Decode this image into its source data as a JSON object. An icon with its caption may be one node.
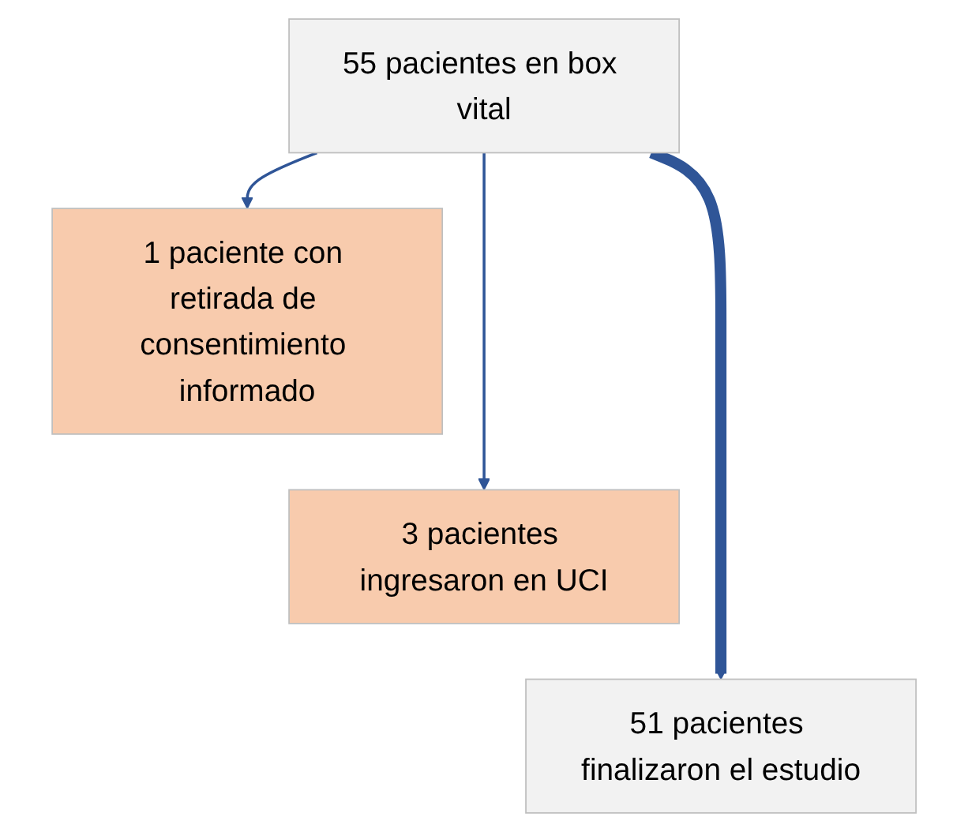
{
  "diagram": {
    "nodes": [
      {
        "text": [
          "55 pacientes en box vital"
        ]
      },
      {
        "text": [
          "1 paciente con retirada de consentimiento informado"
        ]
      },
      {
        "text": [
          "3 pacientes ingresaron en UCI"
        ]
      },
      {
        "text": [
          "51 pacientes finalizaron el estudio"
        ]
      }
    ],
    "edges": [
      {
        "from": 0,
        "to": 3,
        "arrow": "to",
        "style": "thick"
      },
      {
        "from": 0,
        "to": 1,
        "arrow": "to"
      },
      {
        "from": 0,
        "to": 2,
        "arrow": "to"
      }
    ]
  }
}
